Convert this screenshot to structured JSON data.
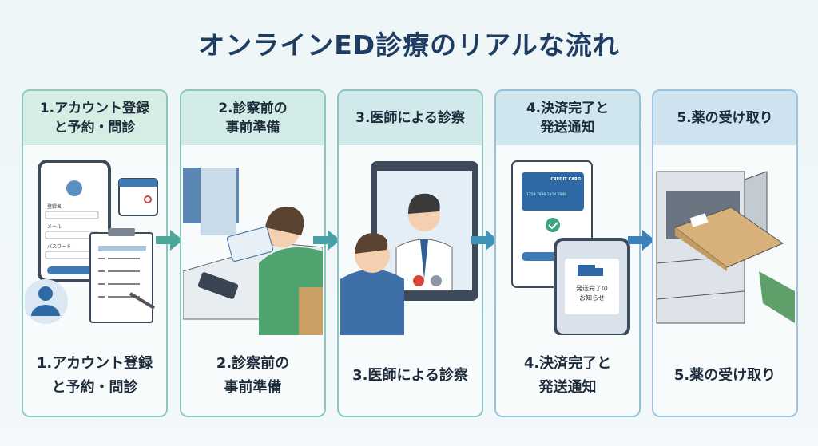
{
  "title": "オンラインED診療のリアルな流れ",
  "steps": [
    {
      "header": "1.アカウント登録\nと予約・問診",
      "footer": "1.アカウント登録\nと予約・問診",
      "form_labels": [
        "登録名",
        "メール",
        "パスワード"
      ],
      "color": "#d6ede3",
      "border": "#8cc9bb"
    },
    {
      "header": "2.診察前の\n事前準備",
      "footer": "2.診察前の\n事前準備",
      "color": "#d3ebe6",
      "border": "#8cc7be"
    },
    {
      "header": "3.医師による診察",
      "footer": "3.医師による診察",
      "color": "#d1e9ea",
      "border": "#8cc5c4"
    },
    {
      "header": "4.決済完了と\n発送通知",
      "footer": "4.決済完了と\n発送通知",
      "card_label": "CREDIT CARD",
      "card_number": "1259 7890 1324 5646",
      "notice": "発送完了の\nお知らせ",
      "color": "#d0e6ee",
      "border": "#93c2d8"
    },
    {
      "header": "5.薬の受け取り",
      "footer": "5.薬の受け取り",
      "color": "#cfe2ef",
      "border": "#9cc2dd"
    }
  ],
  "colors": {
    "title": "#1f3d62",
    "arrow_teal": "#4aa79c",
    "arrow_blue": "#3b82bd"
  }
}
